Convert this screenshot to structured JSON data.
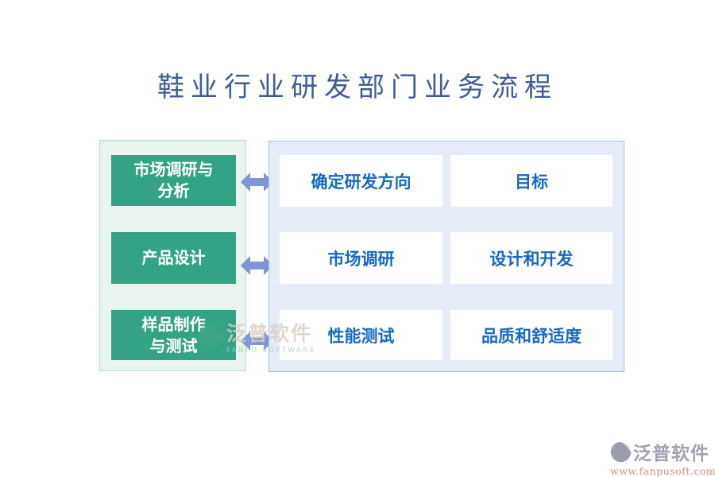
{
  "title": "鞋业行业研发部门业务流程",
  "left_panel": {
    "stages": [
      {
        "id": "market-research-analysis",
        "lines": [
          "市场调研与",
          "分析"
        ]
      },
      {
        "id": "product-design",
        "lines": [
          "产品设计"
        ]
      },
      {
        "id": "sample-making-testing",
        "lines": [
          "样品制作",
          "与测试"
        ]
      }
    ]
  },
  "right_panel": {
    "rows": [
      {
        "left": "确定研发方向",
        "right": "目标"
      },
      {
        "left": "市场调研",
        "right": "设计和开发"
      },
      {
        "left": "性能测试",
        "right": "品质和舒适度"
      }
    ]
  },
  "watermarks": {
    "center": {
      "brand": "泛普软件",
      "subtitle": "FANPU SOFTWARE"
    },
    "corner": {
      "brand": "泛普软件",
      "url": "www.fanpusoft.com"
    }
  },
  "colors": {
    "title_text": "#3D5C99",
    "stage_box_green": "#34A284",
    "left_panel_bg": "#E9F4EF",
    "left_panel_border": "#B7DAC9",
    "right_panel_bg": "#E6ECF7",
    "right_panel_border": "#A8BFDC",
    "arrow_blue": "#7D96D8",
    "task_text_blue": "#1668C2",
    "corner_brand_gray": "#9FA1B2",
    "corner_url_salmon": "#CE8A7E"
  }
}
